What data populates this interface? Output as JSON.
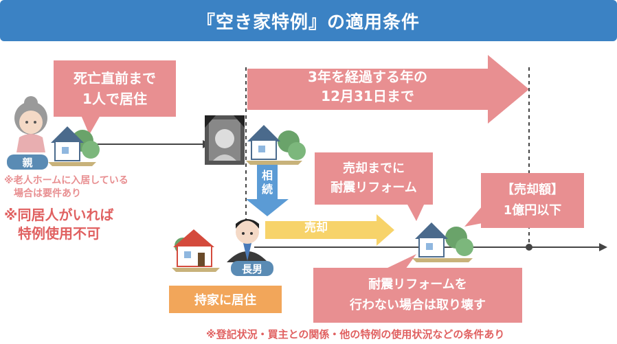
{
  "title": "『空き家特例』の適用条件",
  "parent": {
    "bubble_line1": "死亡直前まで",
    "bubble_line2": "1人で居住",
    "label": "親",
    "note_line1": "※老人ホームに入居している",
    "note_line2": "場合は要件あり",
    "warning_line1": "※同居人がいれば",
    "warning_line2": "特例使用不可"
  },
  "period": {
    "line1": "3年を経過する年の",
    "line2": "12月31日まで"
  },
  "inherit_label": "相続",
  "son": {
    "label": "長男",
    "residence": "持家に居住"
  },
  "sale_label": "売却",
  "reform_bubble": {
    "line1": "売却までに",
    "line2": "耐震リフォーム"
  },
  "sale_amount": {
    "line1": "【売却額】",
    "line2": "1億円以下"
  },
  "no_reform": {
    "line1": "耐震リフォームを",
    "line2": "行わない場合は取り壊す"
  },
  "footer_note": "※登記状況・買主との関係・他の特例の使用状況などの条件あり",
  "colors": {
    "title_bg": "#3b82c4",
    "pink": "#e88f91",
    "blue_label": "#5a8bb4",
    "orange": "#f2a65a",
    "yellow_arrow": "#f7d36a",
    "red_text": "#e06060"
  }
}
